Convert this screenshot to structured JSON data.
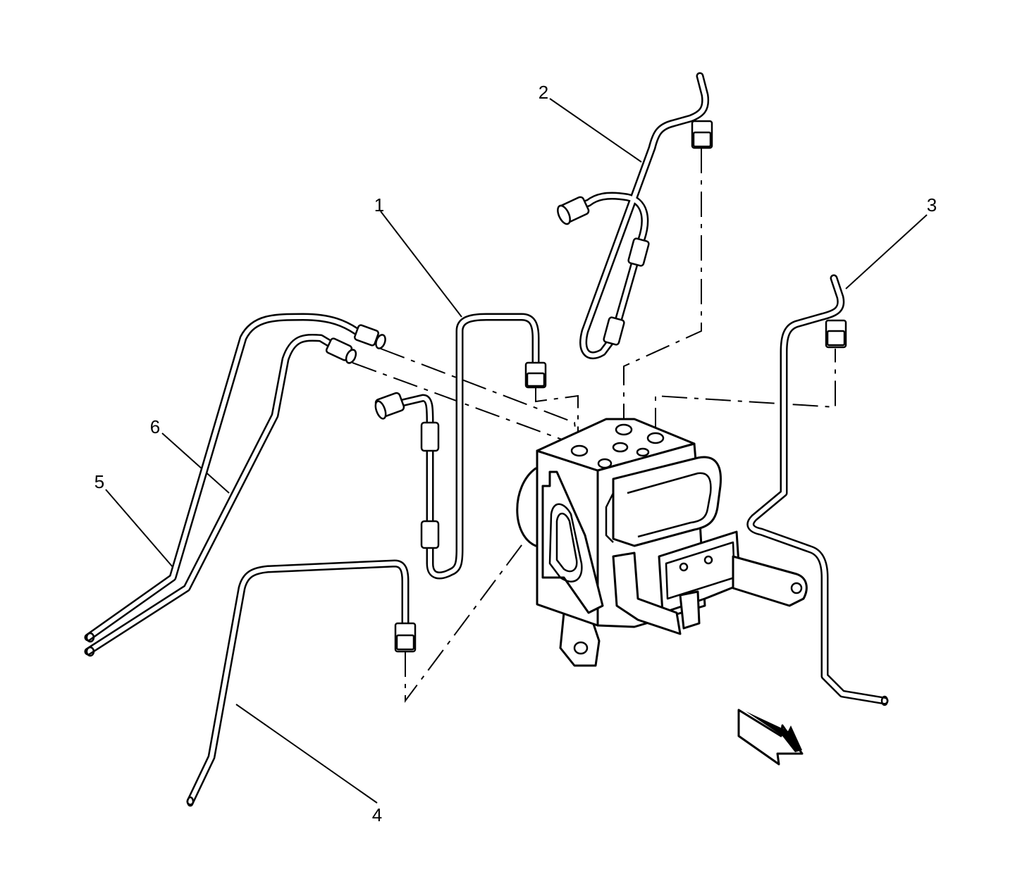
{
  "callouts": [
    {
      "id": "1",
      "text": "1"
    },
    {
      "id": "2",
      "text": "2"
    },
    {
      "id": "3",
      "text": "3"
    },
    {
      "id": "4",
      "text": "4"
    },
    {
      "id": "5",
      "text": "5"
    },
    {
      "id": "6",
      "text": "6"
    }
  ],
  "icons": {
    "direction_arrow": "forward-direction-arrow-icon"
  },
  "colors": {
    "line": "#000000",
    "background": "#ffffff"
  }
}
